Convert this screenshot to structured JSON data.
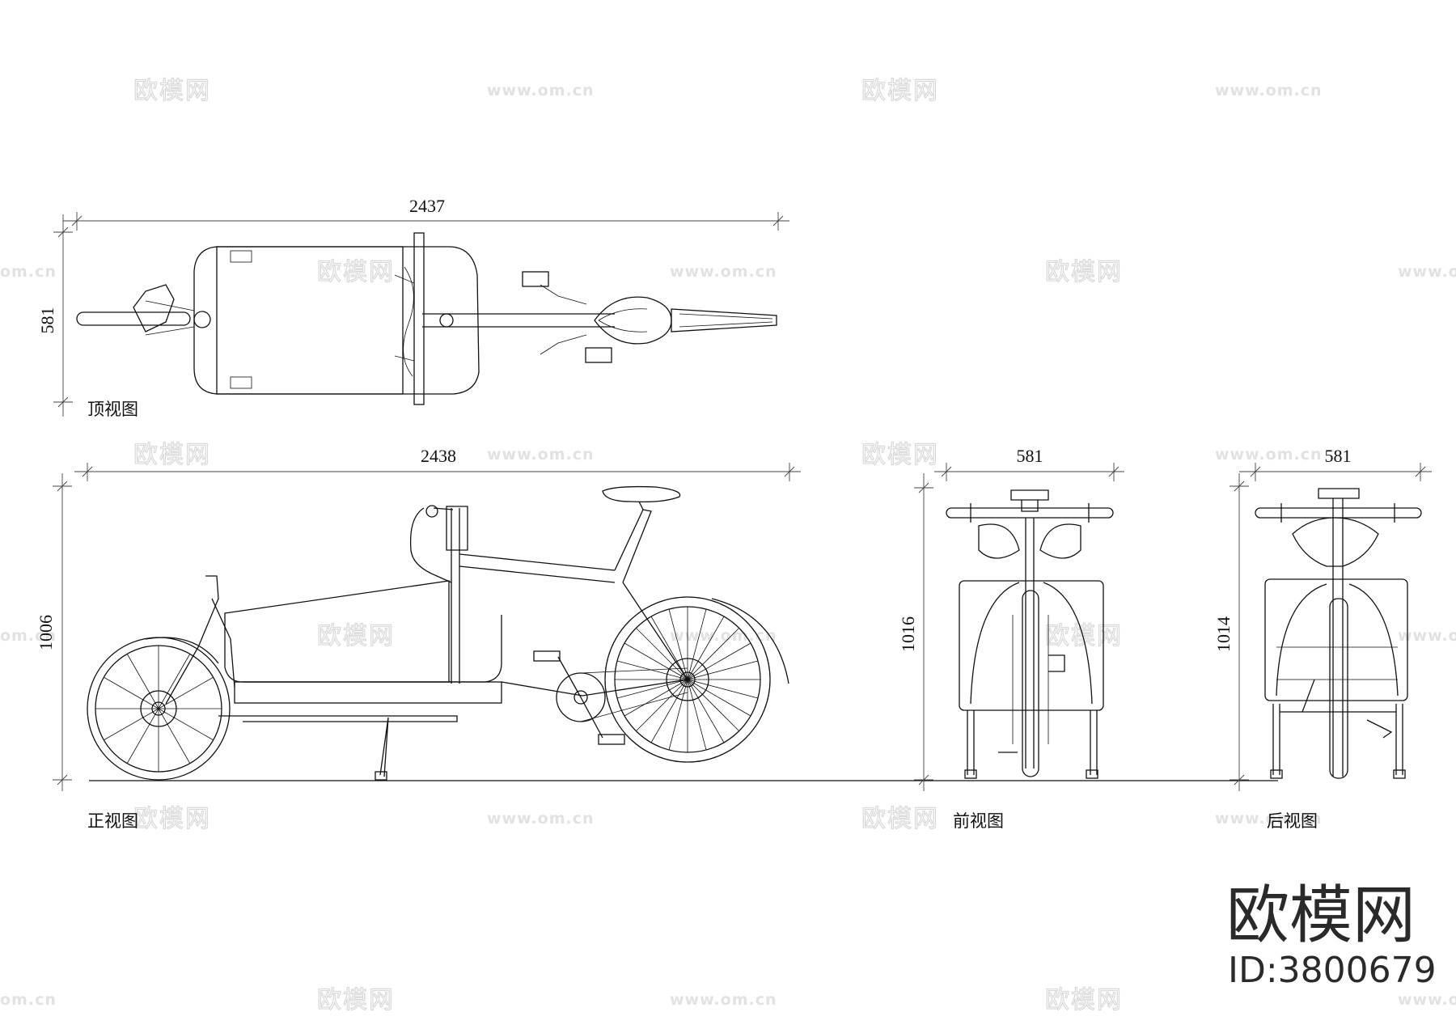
{
  "dimensions": {
    "top_length": "2437",
    "top_width": "581",
    "side_length": "2438",
    "side_height": "1006",
    "front_width": "581",
    "front_height": "1016",
    "rear_width": "581",
    "rear_height": "1014"
  },
  "labels": {
    "top_view": "顶视图",
    "side_view": "正视图",
    "front_view": "前视图",
    "rear_view": "后视图"
  },
  "watermark": {
    "site_name": "欧模网",
    "url": "www.om.cn",
    "url_partial": "om.cn"
  },
  "brand": {
    "name": "欧模网",
    "id_text": "ID:3800679"
  }
}
